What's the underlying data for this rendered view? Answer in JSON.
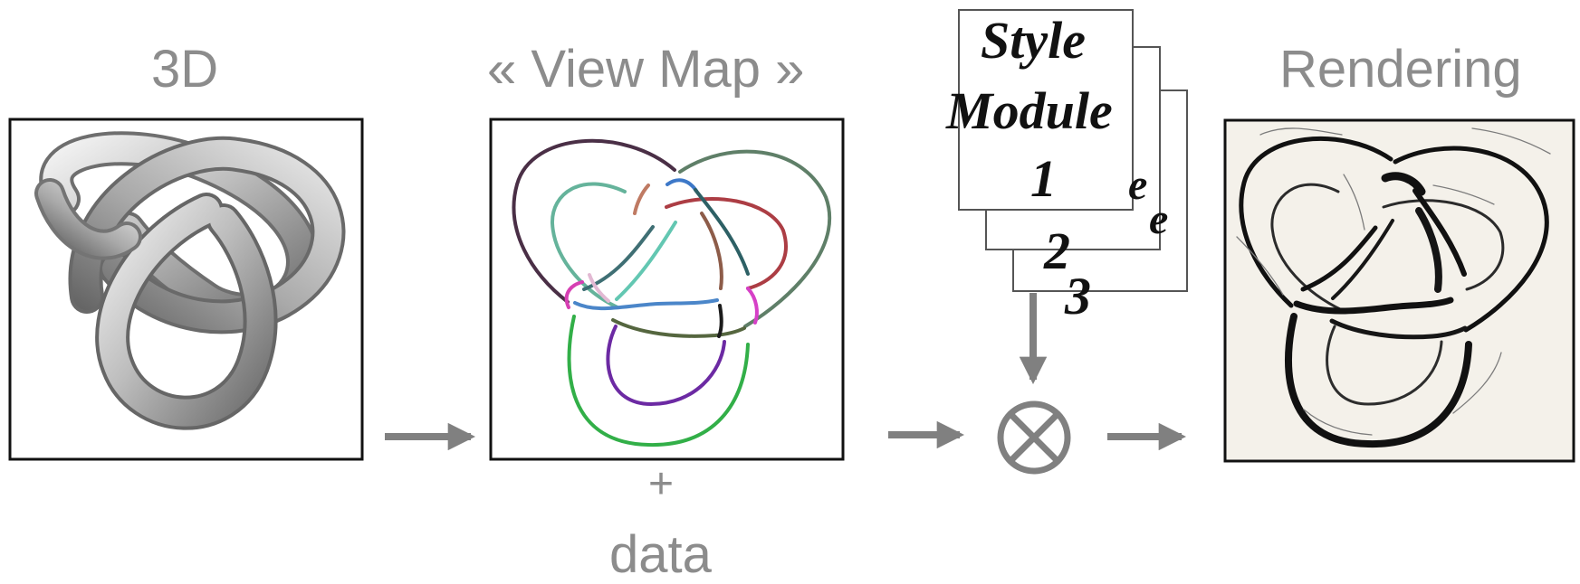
{
  "labels": {
    "three_d": "3D",
    "view_map": "« View Map »",
    "rendering": "Rendering",
    "plus": "+",
    "data": "data"
  },
  "style_module": {
    "title_line1": "Style",
    "title_line2": "Module",
    "pages": [
      "1",
      "2",
      "3"
    ],
    "ellipsis_fragment": "e"
  },
  "colors": {
    "label_gray": "#8c8c8c",
    "arrow_gray": "#808080",
    "frame_black": "#111111",
    "paper_cream": "#f4f1ea"
  },
  "icons": {
    "combine": "circled-times-icon"
  }
}
